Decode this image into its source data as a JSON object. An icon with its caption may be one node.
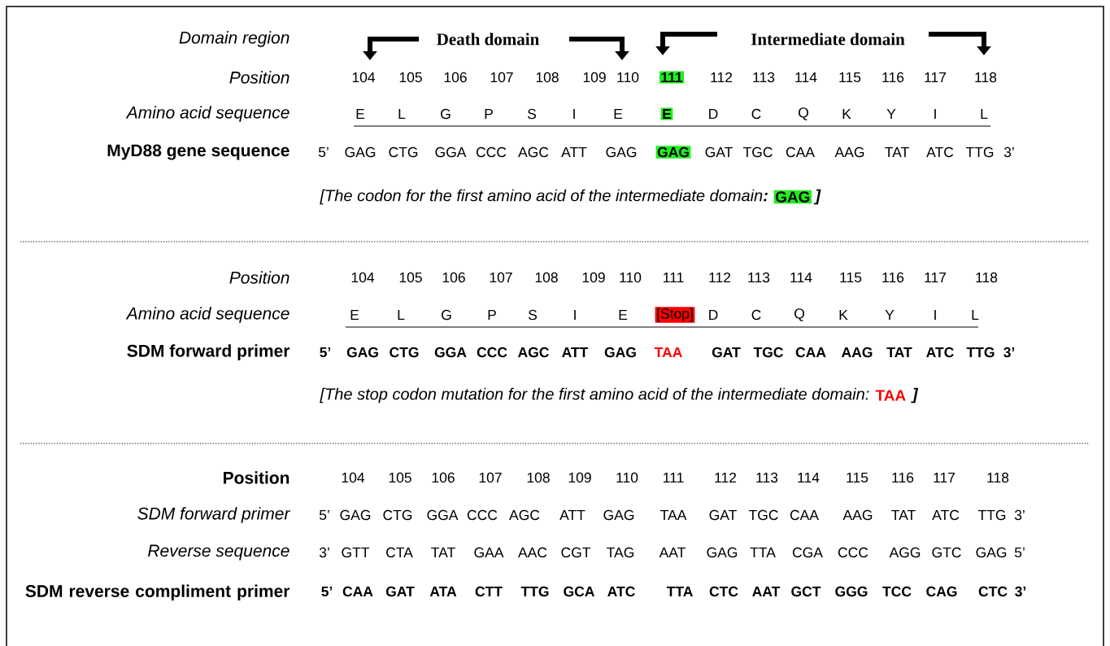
{
  "diagram": {
    "labels": [
      "Domain region",
      "Death domain",
      "Intermediate domain",
      "Position",
      "104",
      "105",
      "106",
      "107",
      "108",
      "109",
      "110",
      "111",
      "112",
      "113",
      "114",
      "115",
      "116",
      "117",
      "118",
      "Amino acid sequence",
      "E",
      "L",
      "G",
      "P",
      "S",
      "I",
      "E",
      "E",
      "D",
      "C",
      "Q",
      "K",
      "Y",
      "I",
      "L",
      "MyD88 gene sequence",
      "5’",
      "GAG",
      "CTG",
      "GGA",
      "CCC",
      "AGC",
      "ATT",
      "GAG",
      "GAG",
      "GAT",
      "TGC",
      "CAA",
      "AAG",
      "TAT",
      "ATC",
      "TTG",
      "3’",
      "[The codon for the first amino acid of the intermediate domain**:**",
      "GAG",
      "]",
      "Position",
      "104",
      "105",
      "106",
      "107",
      "108",
      "109",
      "110",
      "111",
      "112",
      "113",
      "114",
      "115",
      "116",
      "117",
      "118",
      "Amino acid sequence",
      "E",
      "L",
      "G",
      "P",
      "S",
      "I",
      "E",
      "[Stop]",
      "D",
      "C",
      "Q",
      "K",
      "Y",
      "I",
      "L",
      "SDM forward primer",
      "5’",
      "GAG",
      "CTG",
      "GGA",
      "CCC",
      "AGC",
      "ATT",
      "GAG",
      "TAA",
      "GAT",
      "TGC",
      "CAA",
      "AAG",
      "TAT",
      "ATC",
      "TTG",
      "3’",
      "[The stop codon mutation for the first amino acid of the intermediate domain:",
      "TAA",
      "]",
      "Position",
      "104",
      "105",
      "106",
      "107",
      "108",
      "109",
      "110",
      "111",
      "112",
      "113",
      "114",
      "115",
      "116",
      "117",
      "118",
      "SDM forward primer",
      "5’",
      "GAG",
      "CTG",
      "GGA",
      "CCC",
      "AGC",
      "ATT",
      "GAG",
      "TAA",
      "GAT",
      "TGC",
      "CAA",
      "AAG",
      "TAT",
      "ATC",
      "TTG",
      "3’",
      "Reverse sequence",
      "3’",
      "GTT",
      "CTA",
      "TAT",
      "GAA",
      "AAC",
      "CGT",
      "TAG",
      "AAT",
      "GAG",
      "TTA",
      "CGA",
      "CCC",
      "AGG",
      "GTC",
      "GAG",
      "5’",
      "SDM reverse compliment primer",
      "5’",
      "CAA",
      "GAT",
      "ATA",
      "CTT",
      "TTG",
      "GCA",
      "ATC",
      "TTA",
      "CTC",
      "AAT",
      "GCT",
      "GGG",
      "TCC",
      "CAG",
      "CTC",
      "3’"
    ]
  }
}
